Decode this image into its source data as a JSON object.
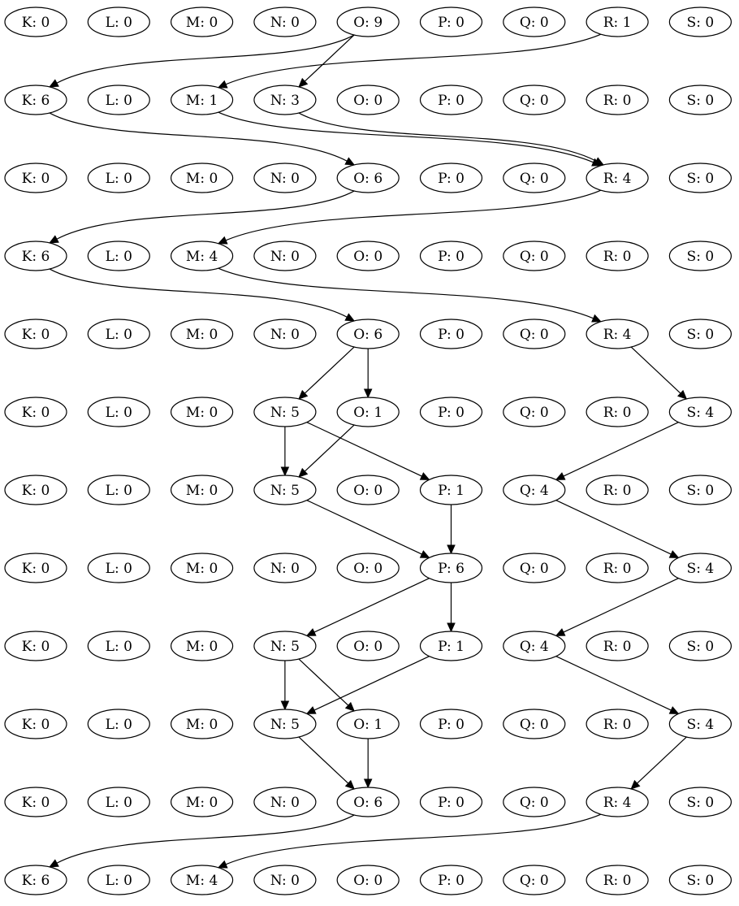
{
  "graph": {
    "column_labels": [
      "K",
      "L",
      "M",
      "N",
      "O",
      "P",
      "Q",
      "R",
      "S"
    ],
    "rows": [
      [
        0,
        0,
        0,
        0,
        9,
        0,
        0,
        1,
        0
      ],
      [
        6,
        0,
        1,
        3,
        0,
        0,
        0,
        0,
        0
      ],
      [
        0,
        0,
        0,
        0,
        6,
        0,
        0,
        4,
        0
      ],
      [
        6,
        0,
        4,
        0,
        0,
        0,
        0,
        0,
        0
      ],
      [
        0,
        0,
        0,
        0,
        6,
        0,
        0,
        4,
        0
      ],
      [
        0,
        0,
        0,
        5,
        1,
        0,
        0,
        0,
        4
      ],
      [
        0,
        0,
        0,
        5,
        0,
        1,
        4,
        0,
        0
      ],
      [
        0,
        0,
        0,
        0,
        0,
        6,
        0,
        0,
        4
      ],
      [
        0,
        0,
        0,
        5,
        0,
        1,
        4,
        0,
        0
      ],
      [
        0,
        0,
        0,
        5,
        1,
        0,
        0,
        0,
        4
      ],
      [
        0,
        0,
        0,
        0,
        6,
        0,
        0,
        4,
        0
      ],
      [
        6,
        0,
        4,
        0,
        0,
        0,
        0,
        0,
        0
      ]
    ],
    "edges": [
      {
        "from": [
          0,
          "O"
        ],
        "to": [
          1,
          "K"
        ]
      },
      {
        "from": [
          0,
          "O"
        ],
        "to": [
          1,
          "N"
        ]
      },
      {
        "from": [
          0,
          "R"
        ],
        "to": [
          1,
          "M"
        ]
      },
      {
        "from": [
          1,
          "K"
        ],
        "to": [
          2,
          "O"
        ]
      },
      {
        "from": [
          1,
          "M"
        ],
        "to": [
          2,
          "R"
        ]
      },
      {
        "from": [
          1,
          "N"
        ],
        "to": [
          2,
          "R"
        ]
      },
      {
        "from": [
          2,
          "O"
        ],
        "to": [
          3,
          "K"
        ]
      },
      {
        "from": [
          2,
          "R"
        ],
        "to": [
          3,
          "M"
        ]
      },
      {
        "from": [
          3,
          "K"
        ],
        "to": [
          4,
          "O"
        ]
      },
      {
        "from": [
          3,
          "M"
        ],
        "to": [
          4,
          "R"
        ]
      },
      {
        "from": [
          4,
          "O"
        ],
        "to": [
          5,
          "N"
        ]
      },
      {
        "from": [
          4,
          "O"
        ],
        "to": [
          5,
          "O"
        ]
      },
      {
        "from": [
          4,
          "R"
        ],
        "to": [
          5,
          "S"
        ]
      },
      {
        "from": [
          5,
          "N"
        ],
        "to": [
          6,
          "N"
        ]
      },
      {
        "from": [
          5,
          "N"
        ],
        "to": [
          6,
          "P"
        ]
      },
      {
        "from": [
          5,
          "O"
        ],
        "to": [
          6,
          "N"
        ]
      },
      {
        "from": [
          5,
          "S"
        ],
        "to": [
          6,
          "Q"
        ]
      },
      {
        "from": [
          6,
          "N"
        ],
        "to": [
          7,
          "P"
        ]
      },
      {
        "from": [
          6,
          "P"
        ],
        "to": [
          7,
          "P"
        ]
      },
      {
        "from": [
          6,
          "Q"
        ],
        "to": [
          7,
          "S"
        ]
      },
      {
        "from": [
          7,
          "P"
        ],
        "to": [
          8,
          "N"
        ]
      },
      {
        "from": [
          7,
          "P"
        ],
        "to": [
          8,
          "P"
        ]
      },
      {
        "from": [
          7,
          "S"
        ],
        "to": [
          8,
          "Q"
        ]
      },
      {
        "from": [
          8,
          "N"
        ],
        "to": [
          9,
          "N"
        ]
      },
      {
        "from": [
          8,
          "N"
        ],
        "to": [
          9,
          "O"
        ]
      },
      {
        "from": [
          8,
          "P"
        ],
        "to": [
          9,
          "N"
        ]
      },
      {
        "from": [
          8,
          "Q"
        ],
        "to": [
          9,
          "S"
        ]
      },
      {
        "from": [
          9,
          "N"
        ],
        "to": [
          10,
          "O"
        ]
      },
      {
        "from": [
          9,
          "O"
        ],
        "to": [
          10,
          "O"
        ]
      },
      {
        "from": [
          9,
          "S"
        ],
        "to": [
          10,
          "R"
        ]
      },
      {
        "from": [
          10,
          "O"
        ],
        "to": [
          11,
          "K"
        ]
      },
      {
        "from": [
          10,
          "R"
        ],
        "to": [
          11,
          "M"
        ]
      }
    ]
  }
}
